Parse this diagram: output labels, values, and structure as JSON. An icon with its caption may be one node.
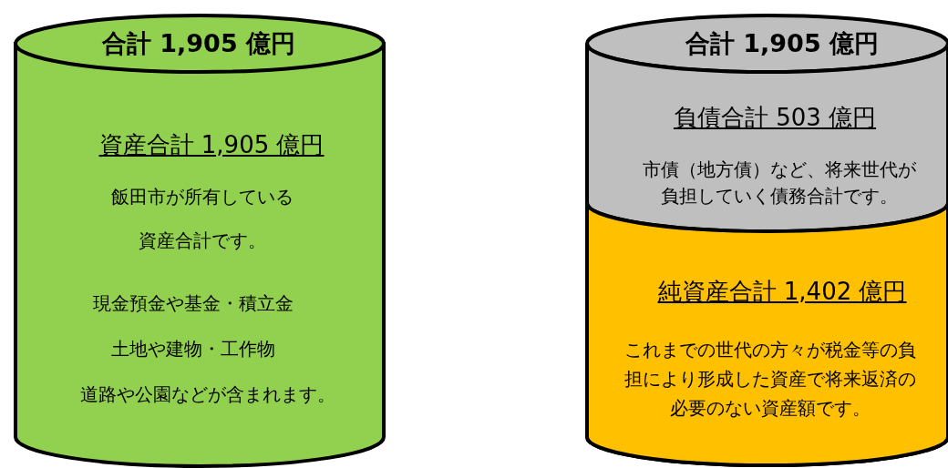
{
  "diagram": {
    "nodes": [
      {
        "text": [
          "合計 1,905 億円",
          "資産合計 1,905 億円",
          "飯田市が所有している資産合計です。",
          "現金預金や基金・積立金",
          "土地や建物・工作物",
          "道路や公園などが含まれます。"
        ]
      },
      {
        "text": [
          "合計 1,905 億円"
        ]
      },
      {
        "text": [
          "負債合計 503 億円",
          "市債（地方債）など、将来世代が負担していく債務合計です。"
        ],
        "in": 1
      },
      {
        "text": [
          "純資産合計 1,402 億円",
          "これまでの世代の方々が税金等の負担により形成した資産で将来返済の必要のない資産額です。"
        ],
        "in": 1
      }
    ]
  }
}
